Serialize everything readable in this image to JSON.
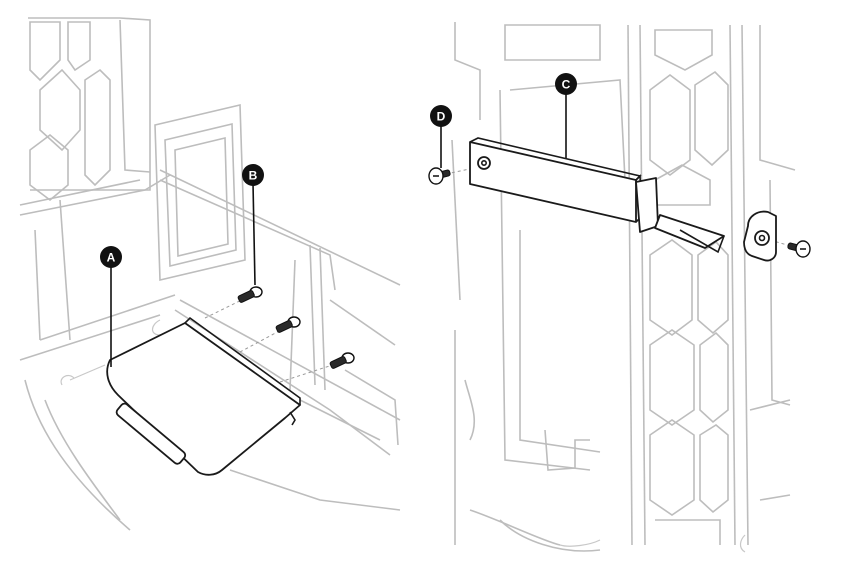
{
  "left_panel": {
    "callouts": [
      {
        "id": "a",
        "label": "A"
      },
      {
        "id": "b",
        "label": "B"
      }
    ]
  },
  "right_panel": {
    "callouts": [
      {
        "id": "c",
        "label": "C"
      },
      {
        "id": "d",
        "label": "D"
      }
    ]
  }
}
